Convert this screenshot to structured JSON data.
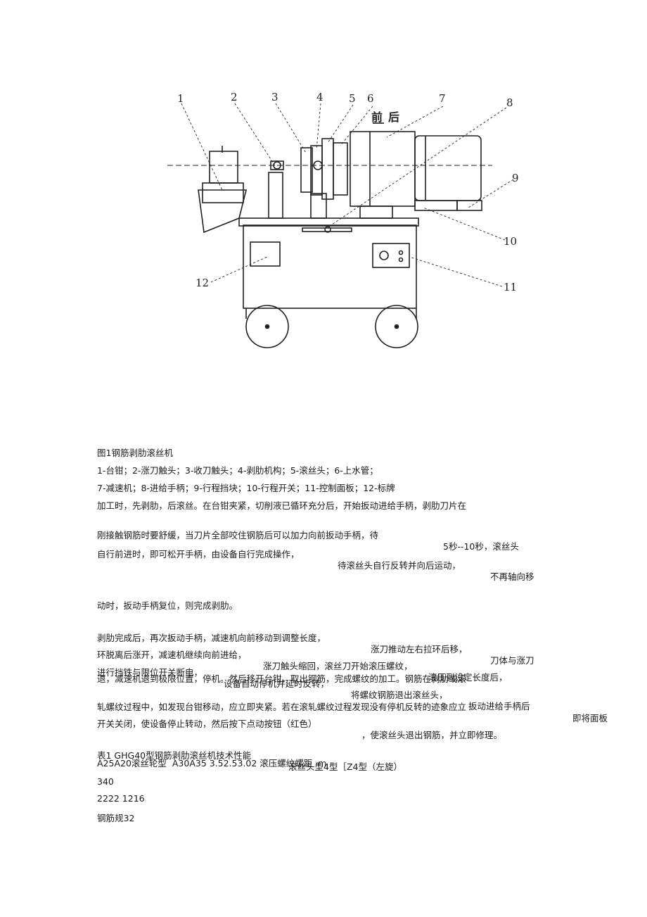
{
  "figure": {
    "callouts": [
      "1",
      "2",
      "3",
      "4",
      "5",
      "6",
      "7",
      "8",
      "9",
      "10",
      "11",
      "12"
    ],
    "front_label": "前",
    "rear_label": "后"
  },
  "caption": {
    "title": "图1钢筋剥肋滚丝机",
    "legend_line1": "1-台钳；2-涨刀触头；3-收刀触头；4-剥肋机构；5-滚丝头；6-上水管；",
    "legend_line2": "7-减速机；8-进给手柄；9-行程挡块；10-行程开关；11-控制面板；12-标牌"
  },
  "paragraph1": {
    "line1": "加工时，先剥肋，后滚丝。在台钳夹紧，切削液已循环充分后，开始扳动进给手柄，剥肋刀片在",
    "line2a": "刚接触钢筋时要舒缓，当刀片全部咬住钢筋后可以加力向前扳动手柄，待",
    "line2b": "5秒--10秒，滚丝头",
    "line3a": "自行前进时，即可松开手柄，由设备自行完成操作，",
    "line3b": "待滚丝头自行反转并向后运动，",
    "line3c": "不再轴向移",
    "line4": "动时，扳动手柄复位，则完成剥肋。"
  },
  "paragraph2": {
    "line1a": "剥肋完成后，再次扳动手柄，减速机向前移动到调整长度，",
    "line1b": "涨刀推动左右拉环后移，",
    "line1c": "刀体与涨刀",
    "line2a": "环脱离后涨开，减速机继续向前进给，",
    "line2b": "涨刀触头缩回，滚丝刀开始滚压螺纹，",
    "line2c": "滚压到设定长度后，",
    "line3a": "进行挡铁与限位开关断电，",
    "line3b": "设备自动停机并延时反转，",
    "line3c": "将螺纹钢筋退出滚丝头，",
    "line3d": "扳动进给手柄后",
    "line4": "退，减速机退到极限位置，停机。然后移开台钳，取出钢筋，完成螺纹的加工。钢筋在剥肋或滚",
    "line5a": "轧螺纹过程中，如发现台钳移动，应立即夹紧。若在滚轧螺纹过程发现没有停机反转的迹象应立",
    "line5b": "即将面板",
    "line6a": "开关关闭，使设备停止转动，然后按下点动按钮（红色）",
    "line6b": "，使滚丝头退出钢筋，并立即修理。"
  },
  "table": {
    "line1a": "表1 GHG40型钢筋剥肋滚丝机技术性能",
    "line1b": "滚丝头型4型［Z4型（左旋）",
    "line2": "A25A20滚丝轮型  A30A35 3.52.53.02 滚压螺纹螺距  m",
    "line3": "340",
    "line4": "2222 1216",
    "line5": "钢筋规32"
  }
}
